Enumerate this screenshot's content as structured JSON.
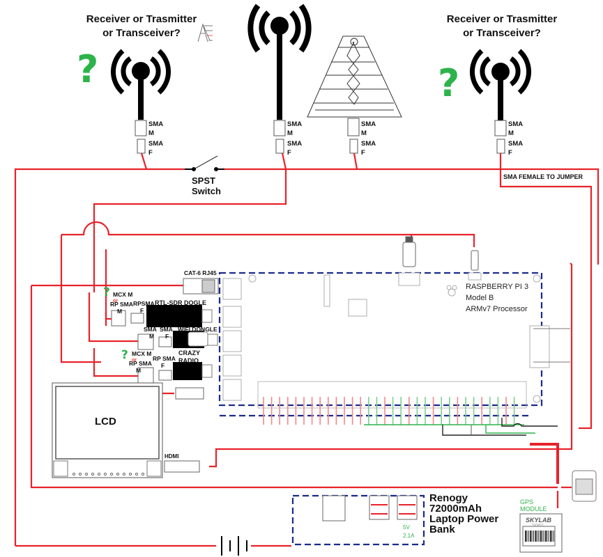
{
  "title_left": [
    "Receiver or Trasmitter",
    "or Transceiver?"
  ],
  "title_right": [
    "Receiver or Trasmitter",
    "or Transceiver?"
  ],
  "question_mark": "?",
  "antenna_connectors": {
    "male": [
      "SMA",
      "M"
    ],
    "female": [
      "SMA",
      "F"
    ]
  },
  "spst_switch": [
    "SPST",
    "Switch"
  ],
  "jumper_label": "SMA FEMALE TO JUMPER",
  "cat6_label": "CAT-6 RJ45",
  "rtl_sdr": {
    "label": "RTL-SDR DOGLE",
    "male": [
      "MCX M",
      "or",
      "RP SMA",
      "M"
    ],
    "female": [
      "RPSMA",
      "F"
    ]
  },
  "wifi_dongle": {
    "label": "WIFI DONGLE",
    "male": [
      "SMA",
      "M"
    ],
    "female": [
      "SMA",
      "F"
    ]
  },
  "crazy_radio": {
    "label": [
      "CRAZY",
      "RADIO"
    ],
    "male": [
      "MCX M",
      "or",
      "RP SMA",
      "M"
    ],
    "female": [
      "RP SMA",
      "F"
    ]
  },
  "raspberry_pi": [
    "RASPBERRY PI 3",
    "Model B",
    "ARMv7 Processor"
  ],
  "lcd_label": "LCD",
  "hdmi_label": "HDMI",
  "power_bank": {
    "label": [
      "Renogy",
      "72000mAh",
      "Laptop Power",
      "Bank"
    ],
    "output": [
      "5V",
      "2.1A"
    ]
  },
  "gps": {
    "label": [
      "GPS",
      "MODULE"
    ],
    "brand": "SKYLAB",
    "model": "SKM53"
  },
  "colors": {
    "wire": "#e8222a",
    "board_outline": "#1a2a8c",
    "accent_green": "#2db34a",
    "ground_wire": "#222222"
  }
}
